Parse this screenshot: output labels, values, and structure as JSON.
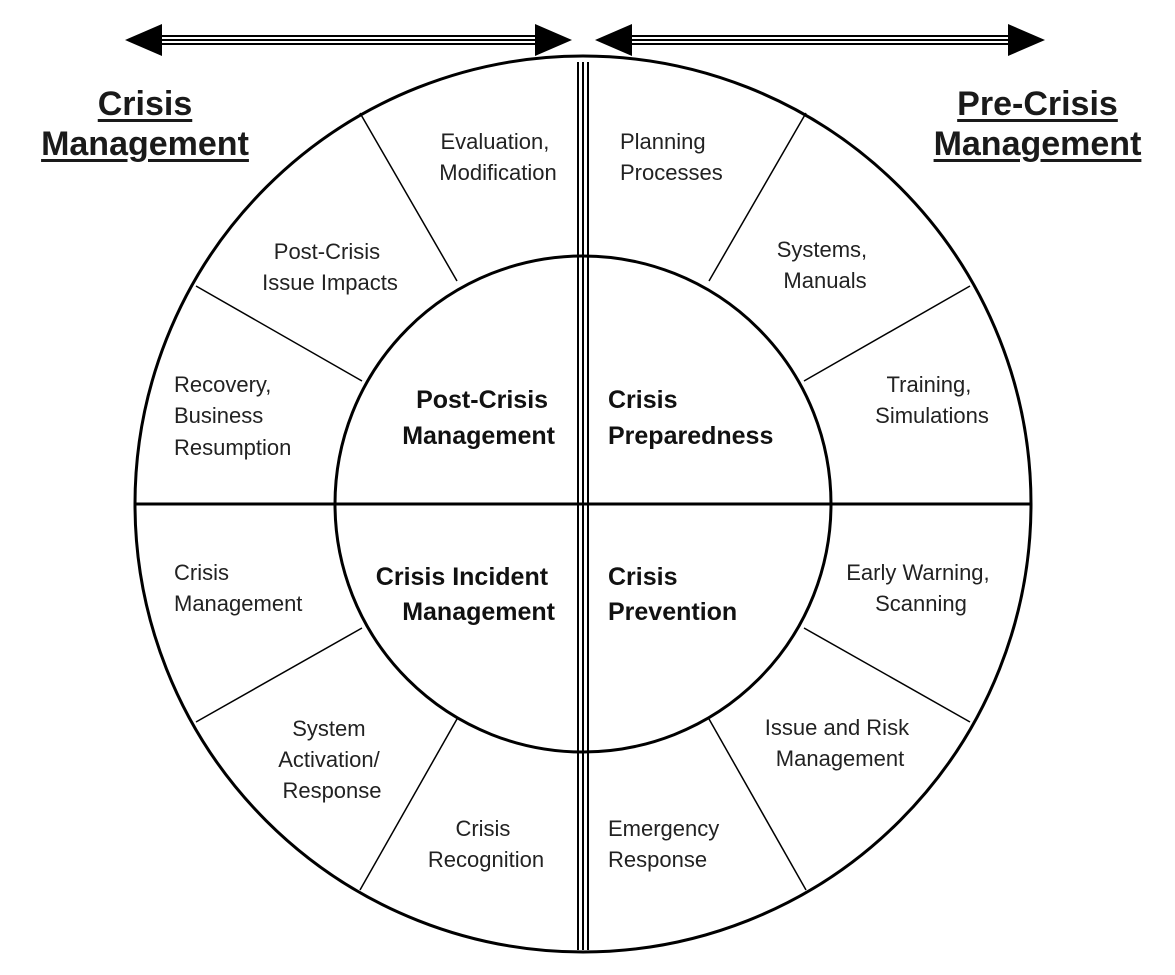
{
  "headers": {
    "left_line1": "Crisis",
    "left_line2": "Management",
    "right_line1": "Pre-Crisis",
    "right_line2": "Management"
  },
  "core": {
    "post_crisis": [
      "Post-Crisis",
      "Management"
    ],
    "preparedness": [
      "Crisis",
      "Preparedness"
    ],
    "incident": [
      "Crisis Incident",
      "Management"
    ],
    "prevention": [
      "Crisis",
      "Prevention"
    ]
  },
  "segments": {
    "evaluation": [
      "Evaluation,",
      "Modification"
    ],
    "post_crisis_impacts": [
      "Post-Crisis",
      "Issue Impacts"
    ],
    "recovery": [
      "Recovery,",
      "Business",
      "Resumption"
    ],
    "planning": [
      "Planning",
      "Processes"
    ],
    "systems": [
      "Systems,",
      "Manuals"
    ],
    "training": [
      "Training,",
      "Simulations"
    ],
    "crisis_management": [
      "Crisis",
      "Management"
    ],
    "system_activation": [
      "System",
      "Activation/",
      "Response"
    ],
    "crisis_recognition": [
      "Crisis",
      "Recognition"
    ],
    "early_warning": [
      "Early Warning,",
      "Scanning"
    ],
    "issue_risk": [
      "Issue and Risk",
      "Management"
    ],
    "emergency": [
      "Emergency",
      "Response"
    ]
  }
}
